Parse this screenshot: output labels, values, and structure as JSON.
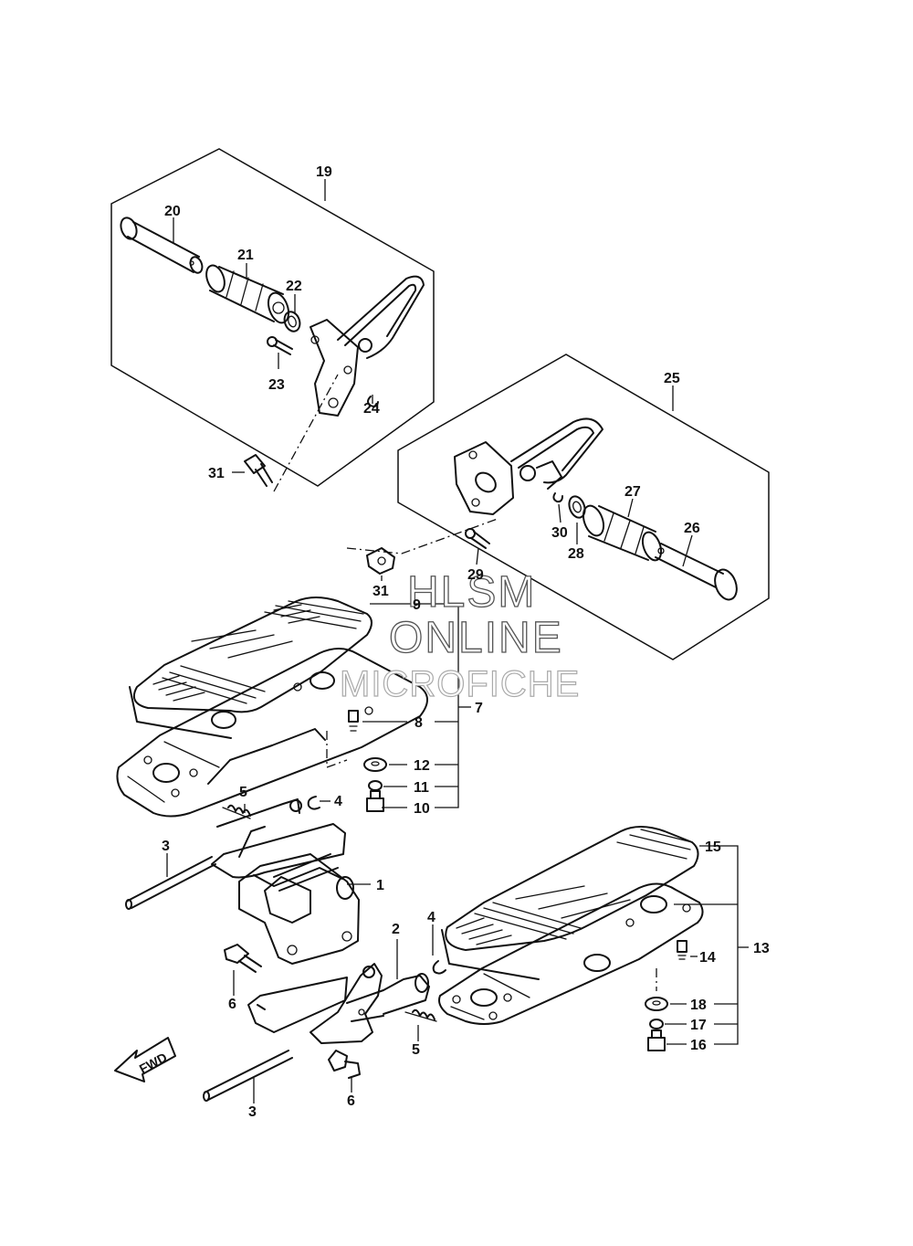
{
  "watermark": {
    "line1": "HLSM",
    "line2": "ONLINE",
    "line3": "MICROFICHE"
  },
  "fwd_label": "FWD",
  "callouts": {
    "c1": "1",
    "c2": "2",
    "c3a": "3",
    "c3b": "3",
    "c4a": "4",
    "c4b": "4",
    "c5a": "5",
    "c5b": "5",
    "c6a": "6",
    "c6b": "6",
    "c7": "7",
    "c8": "8",
    "c9": "9",
    "c10": "10",
    "c11": "11",
    "c12": "12",
    "c13": "13",
    "c14": "14",
    "c15": "15",
    "c16": "16",
    "c17": "17",
    "c18": "18",
    "c19": "19",
    "c20": "20",
    "c21": "21",
    "c22": "22",
    "c23": "23",
    "c24": "24",
    "c25": "25",
    "c26": "26",
    "c27": "27",
    "c28": "28",
    "c29": "29",
    "c30": "30",
    "c31a": "31",
    "c31b": "31"
  }
}
